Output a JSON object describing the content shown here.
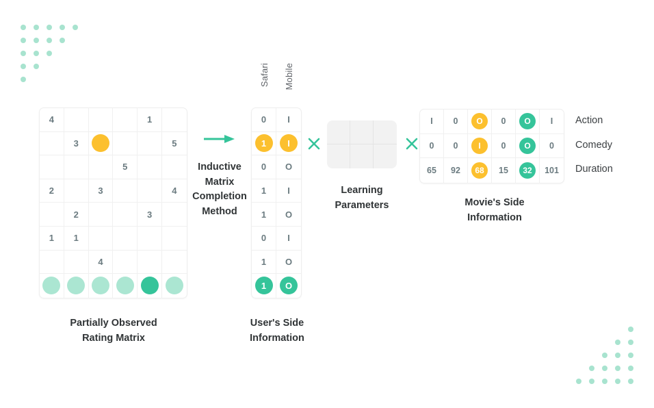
{
  "theme": {
    "yellow": "#fcc02e",
    "teal": "#35c49a",
    "teal_pale": "#abe6d2",
    "text": "#303436",
    "cell_text": "#6b7b80",
    "grid_line": "#f0f0f0",
    "panel_bg": "#f2f2f2"
  },
  "rating_matrix": {
    "caption": "Partially Observed\nRating Matrix",
    "caption_line1": "Partially Observed",
    "caption_line2": "Rating Matrix",
    "rows": 8,
    "cols": 6,
    "cells": [
      [
        {
          "text": "4"
        },
        {
          "text": ""
        },
        {
          "text": ""
        },
        {
          "text": ""
        },
        {
          "text": "1"
        },
        {
          "text": ""
        }
      ],
      [
        {
          "text": ""
        },
        {
          "text": "3"
        },
        {
          "text": "",
          "chip": "yellow"
        },
        {
          "text": ""
        },
        {
          "text": ""
        },
        {
          "text": "5"
        }
      ],
      [
        {
          "text": ""
        },
        {
          "text": ""
        },
        {
          "text": ""
        },
        {
          "text": "5"
        },
        {
          "text": ""
        },
        {
          "text": ""
        }
      ],
      [
        {
          "text": "2"
        },
        {
          "text": ""
        },
        {
          "text": "3"
        },
        {
          "text": ""
        },
        {
          "text": ""
        },
        {
          "text": "4"
        }
      ],
      [
        {
          "text": ""
        },
        {
          "text": "2"
        },
        {
          "text": ""
        },
        {
          "text": ""
        },
        {
          "text": "3"
        },
        {
          "text": ""
        }
      ],
      [
        {
          "text": "1"
        },
        {
          "text": "1"
        },
        {
          "text": ""
        },
        {
          "text": ""
        },
        {
          "text": ""
        },
        {
          "text": ""
        }
      ],
      [
        {
          "text": ""
        },
        {
          "text": ""
        },
        {
          "text": "4"
        },
        {
          "text": ""
        },
        {
          "text": ""
        },
        {
          "text": ""
        }
      ],
      [
        {
          "text": "",
          "chip": "tealpale"
        },
        {
          "text": "",
          "chip": "tealpale"
        },
        {
          "text": "",
          "chip": "tealpale"
        },
        {
          "text": "",
          "chip": "tealpale"
        },
        {
          "text": "",
          "chip": "teal"
        },
        {
          "text": "",
          "chip": "tealpale"
        }
      ]
    ]
  },
  "method": {
    "arrow_icon": "right-arrow-icon",
    "label_line1": "Inductive",
    "label_line2": "Matrix",
    "label_line3": "Completion",
    "label_line4": "Method"
  },
  "user_matrix": {
    "caption_line1": "User's Side",
    "caption_line2": "Information",
    "column_headers": [
      "Safari",
      "Mobile"
    ],
    "rows": 8,
    "cols": 2,
    "cells": [
      [
        {
          "text": "0"
        },
        {
          "text": "I"
        }
      ],
      [
        {
          "text": "1",
          "chip": "yellow"
        },
        {
          "text": "I",
          "chip": "yellow"
        }
      ],
      [
        {
          "text": "0"
        },
        {
          "text": "O"
        }
      ],
      [
        {
          "text": "1"
        },
        {
          "text": "I"
        }
      ],
      [
        {
          "text": "1"
        },
        {
          "text": "O"
        }
      ],
      [
        {
          "text": "0"
        },
        {
          "text": "I"
        }
      ],
      [
        {
          "text": "1"
        },
        {
          "text": "O"
        }
      ],
      [
        {
          "text": "1",
          "chip": "teal"
        },
        {
          "text": "O",
          "chip": "teal"
        }
      ]
    ]
  },
  "learning_parameters": {
    "caption_line1": "Learning",
    "caption_line2": "Parameters",
    "rows": 2,
    "cols": 3
  },
  "movie_matrix": {
    "caption_line1": "Movie's Side",
    "caption_line2": "Information",
    "row_labels": [
      "Action",
      "Comedy",
      "Duration"
    ],
    "rows": 3,
    "cols": 6,
    "cells": [
      [
        {
          "text": "I"
        },
        {
          "text": "0"
        },
        {
          "text": "O",
          "chip": "yellow"
        },
        {
          "text": "0"
        },
        {
          "text": "O",
          "chip": "teal"
        },
        {
          "text": "I"
        }
      ],
      [
        {
          "text": "0"
        },
        {
          "text": "0"
        },
        {
          "text": "I",
          "chip": "yellow"
        },
        {
          "text": "0"
        },
        {
          "text": "O",
          "chip": "teal"
        },
        {
          "text": "0"
        }
      ],
      [
        {
          "text": "65"
        },
        {
          "text": "92"
        },
        {
          "text": "68",
          "chip": "yellow"
        },
        {
          "text": "15"
        },
        {
          "text": "32",
          "chip": "teal"
        },
        {
          "text": "101"
        }
      ]
    ]
  },
  "operators": {
    "times_1": "multiply-icon",
    "times_2": "multiply-icon"
  },
  "decoration": {
    "top_left_dot_rows": [
      5,
      4,
      3,
      2,
      1
    ],
    "bottom_right_dot_rows": [
      1,
      2,
      3,
      4,
      5
    ],
    "dot_color": "#a8e3cf"
  }
}
